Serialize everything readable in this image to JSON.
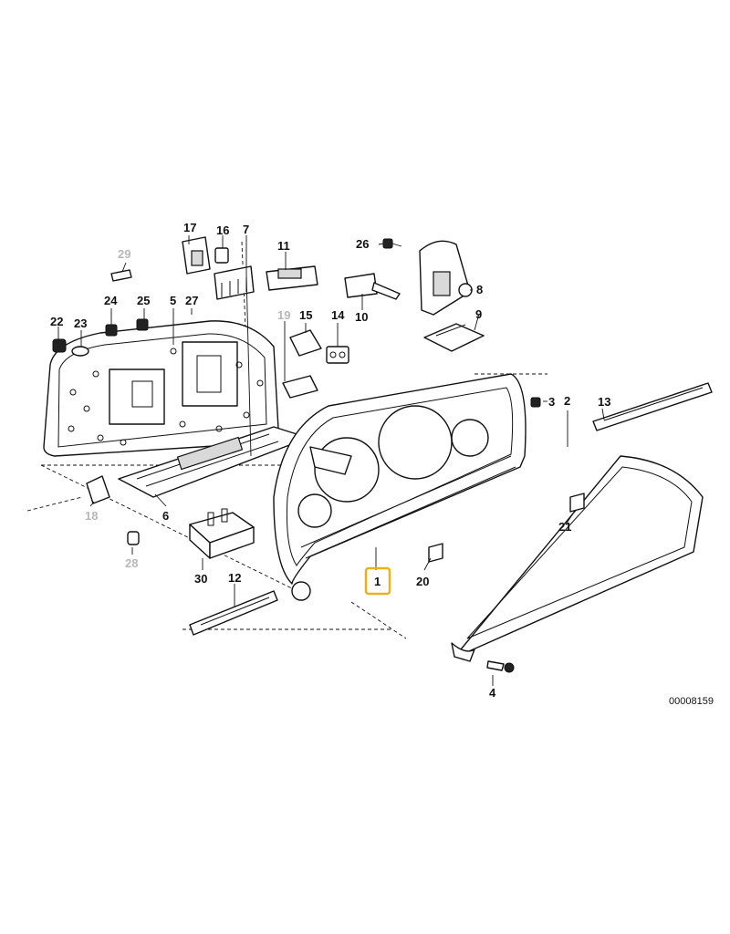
{
  "diagram": {
    "reference_number": "00008159",
    "highlight_color": "#e8b31a",
    "highlighted_part": "1",
    "callouts": {
      "p1": "1",
      "p2": "2",
      "p3": "3",
      "p4": "4",
      "p5": "5",
      "p6": "6",
      "p7": "7",
      "p8": "8",
      "p9": "9",
      "p10": "10",
      "p11": "11",
      "p12": "12",
      "p13": "13",
      "p14": "14",
      "p15": "15",
      "p16": "16",
      "p17": "17",
      "p18": "18",
      "p19": "19",
      "p20": "20",
      "p21": "21",
      "p22": "22",
      "p23": "23",
      "p24": "24",
      "p25": "25",
      "p26": "26",
      "p27": "27",
      "p28": "28",
      "p29": "29",
      "p30": "30"
    },
    "greyed_callouts": [
      "18",
      "19",
      "28",
      "29"
    ]
  }
}
